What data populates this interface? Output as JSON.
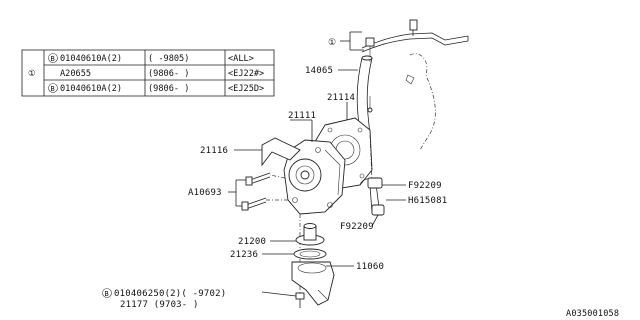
{
  "ref_table": {
    "ref_mark": "①",
    "rows": [
      {
        "bolt_mark": "B",
        "part": "01040610A(2)",
        "range": "(    -9805)",
        "spec": "<ALL>"
      },
      {
        "bolt_mark": "",
        "part": "A20655",
        "range": "(9806-    )",
        "spec": "<EJ22#>"
      },
      {
        "bolt_mark": "B",
        "part": "01040610A(2)",
        "range": "(9806-    )",
        "spec": "<EJ25D>"
      }
    ]
  },
  "callouts": {
    "ref1": "①",
    "p14065": "14065",
    "p21114": "21114",
    "p21111": "21111",
    "p21116": "21116",
    "pA10693": "A10693",
    "pF92209a": "F92209",
    "pH615081": "H615081",
    "pF92209b": "F92209",
    "p21200": "21200",
    "p21236": "21236",
    "p11060": "11060",
    "bolt_line1": "010406250(2)(    -9702)",
    "bolt_mark": "B",
    "bolt_line2": "21177          (9703-    )"
  },
  "diagram_code": "A035001058"
}
